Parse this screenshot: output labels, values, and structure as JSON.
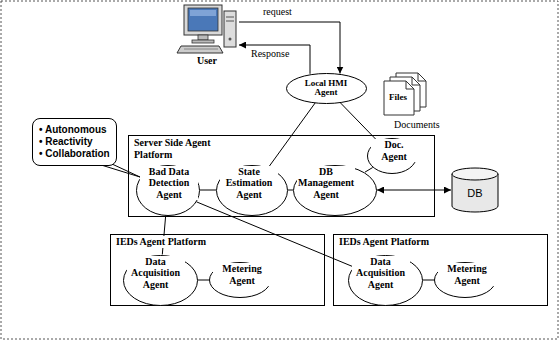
{
  "diagram": {
    "nodes": [
      {
        "text": [
          "User"
        ]
      },
      {
        "text": [
          "Local HMI Agent"
        ]
      },
      {
        "text": [
          "Files",
          "Documents"
        ]
      },
      {
        "text": [
          "• Autonomous",
          "• Reactivity",
          "• Collaboration"
        ]
      },
      {
        "text": [
          "Server Side Agent Platform"
        ]
      },
      {
        "text": [
          "Doc. Agent"
        ],
        "in": 4
      },
      {
        "text": [
          "Bad Data Detection Agent"
        ],
        "in": 4
      },
      {
        "text": [
          "State Estimation Agent"
        ],
        "in": 4
      },
      {
        "text": [
          "DB Management Agent"
        ],
        "in": 4
      },
      {
        "text": [
          "DB"
        ]
      },
      {
        "text": [
          "IEDs Agent Platform"
        ]
      },
      {
        "text": [
          "Data Acquisition Agent"
        ],
        "in": 10
      },
      {
        "text": [
          "Metering Agent"
        ],
        "in": 10
      },
      {
        "text": [
          "IEDs Agent Platform"
        ]
      },
      {
        "text": [
          "Data Acquisition Agent"
        ],
        "in": 13
      },
      {
        "text": [
          "Metering Agent"
        ],
        "in": 13
      }
    ],
    "edges": [
      {
        "from": 0,
        "to": 1,
        "label": "request",
        "arrow": "to"
      },
      {
        "from": 1,
        "to": 0,
        "label": "Response",
        "arrow": "to"
      },
      {
        "from": 1,
        "to": 7,
        "arrow": "none"
      },
      {
        "from": 1,
        "to": 5,
        "arrow": "none"
      },
      {
        "from": 6,
        "to": 7,
        "arrow": "none"
      },
      {
        "from": 7,
        "to": 8,
        "arrow": "none"
      },
      {
        "from": 8,
        "to": 5,
        "arrow": "none"
      },
      {
        "from": 8,
        "to": 9,
        "arrow": "both"
      },
      {
        "from": 6,
        "to": 11,
        "arrow": "none"
      },
      {
        "from": 6,
        "to": 14,
        "arrow": "none"
      },
      {
        "from": 11,
        "to": 12,
        "arrow": "none"
      },
      {
        "from": 14,
        "to": 15,
        "arrow": "none"
      }
    ]
  }
}
